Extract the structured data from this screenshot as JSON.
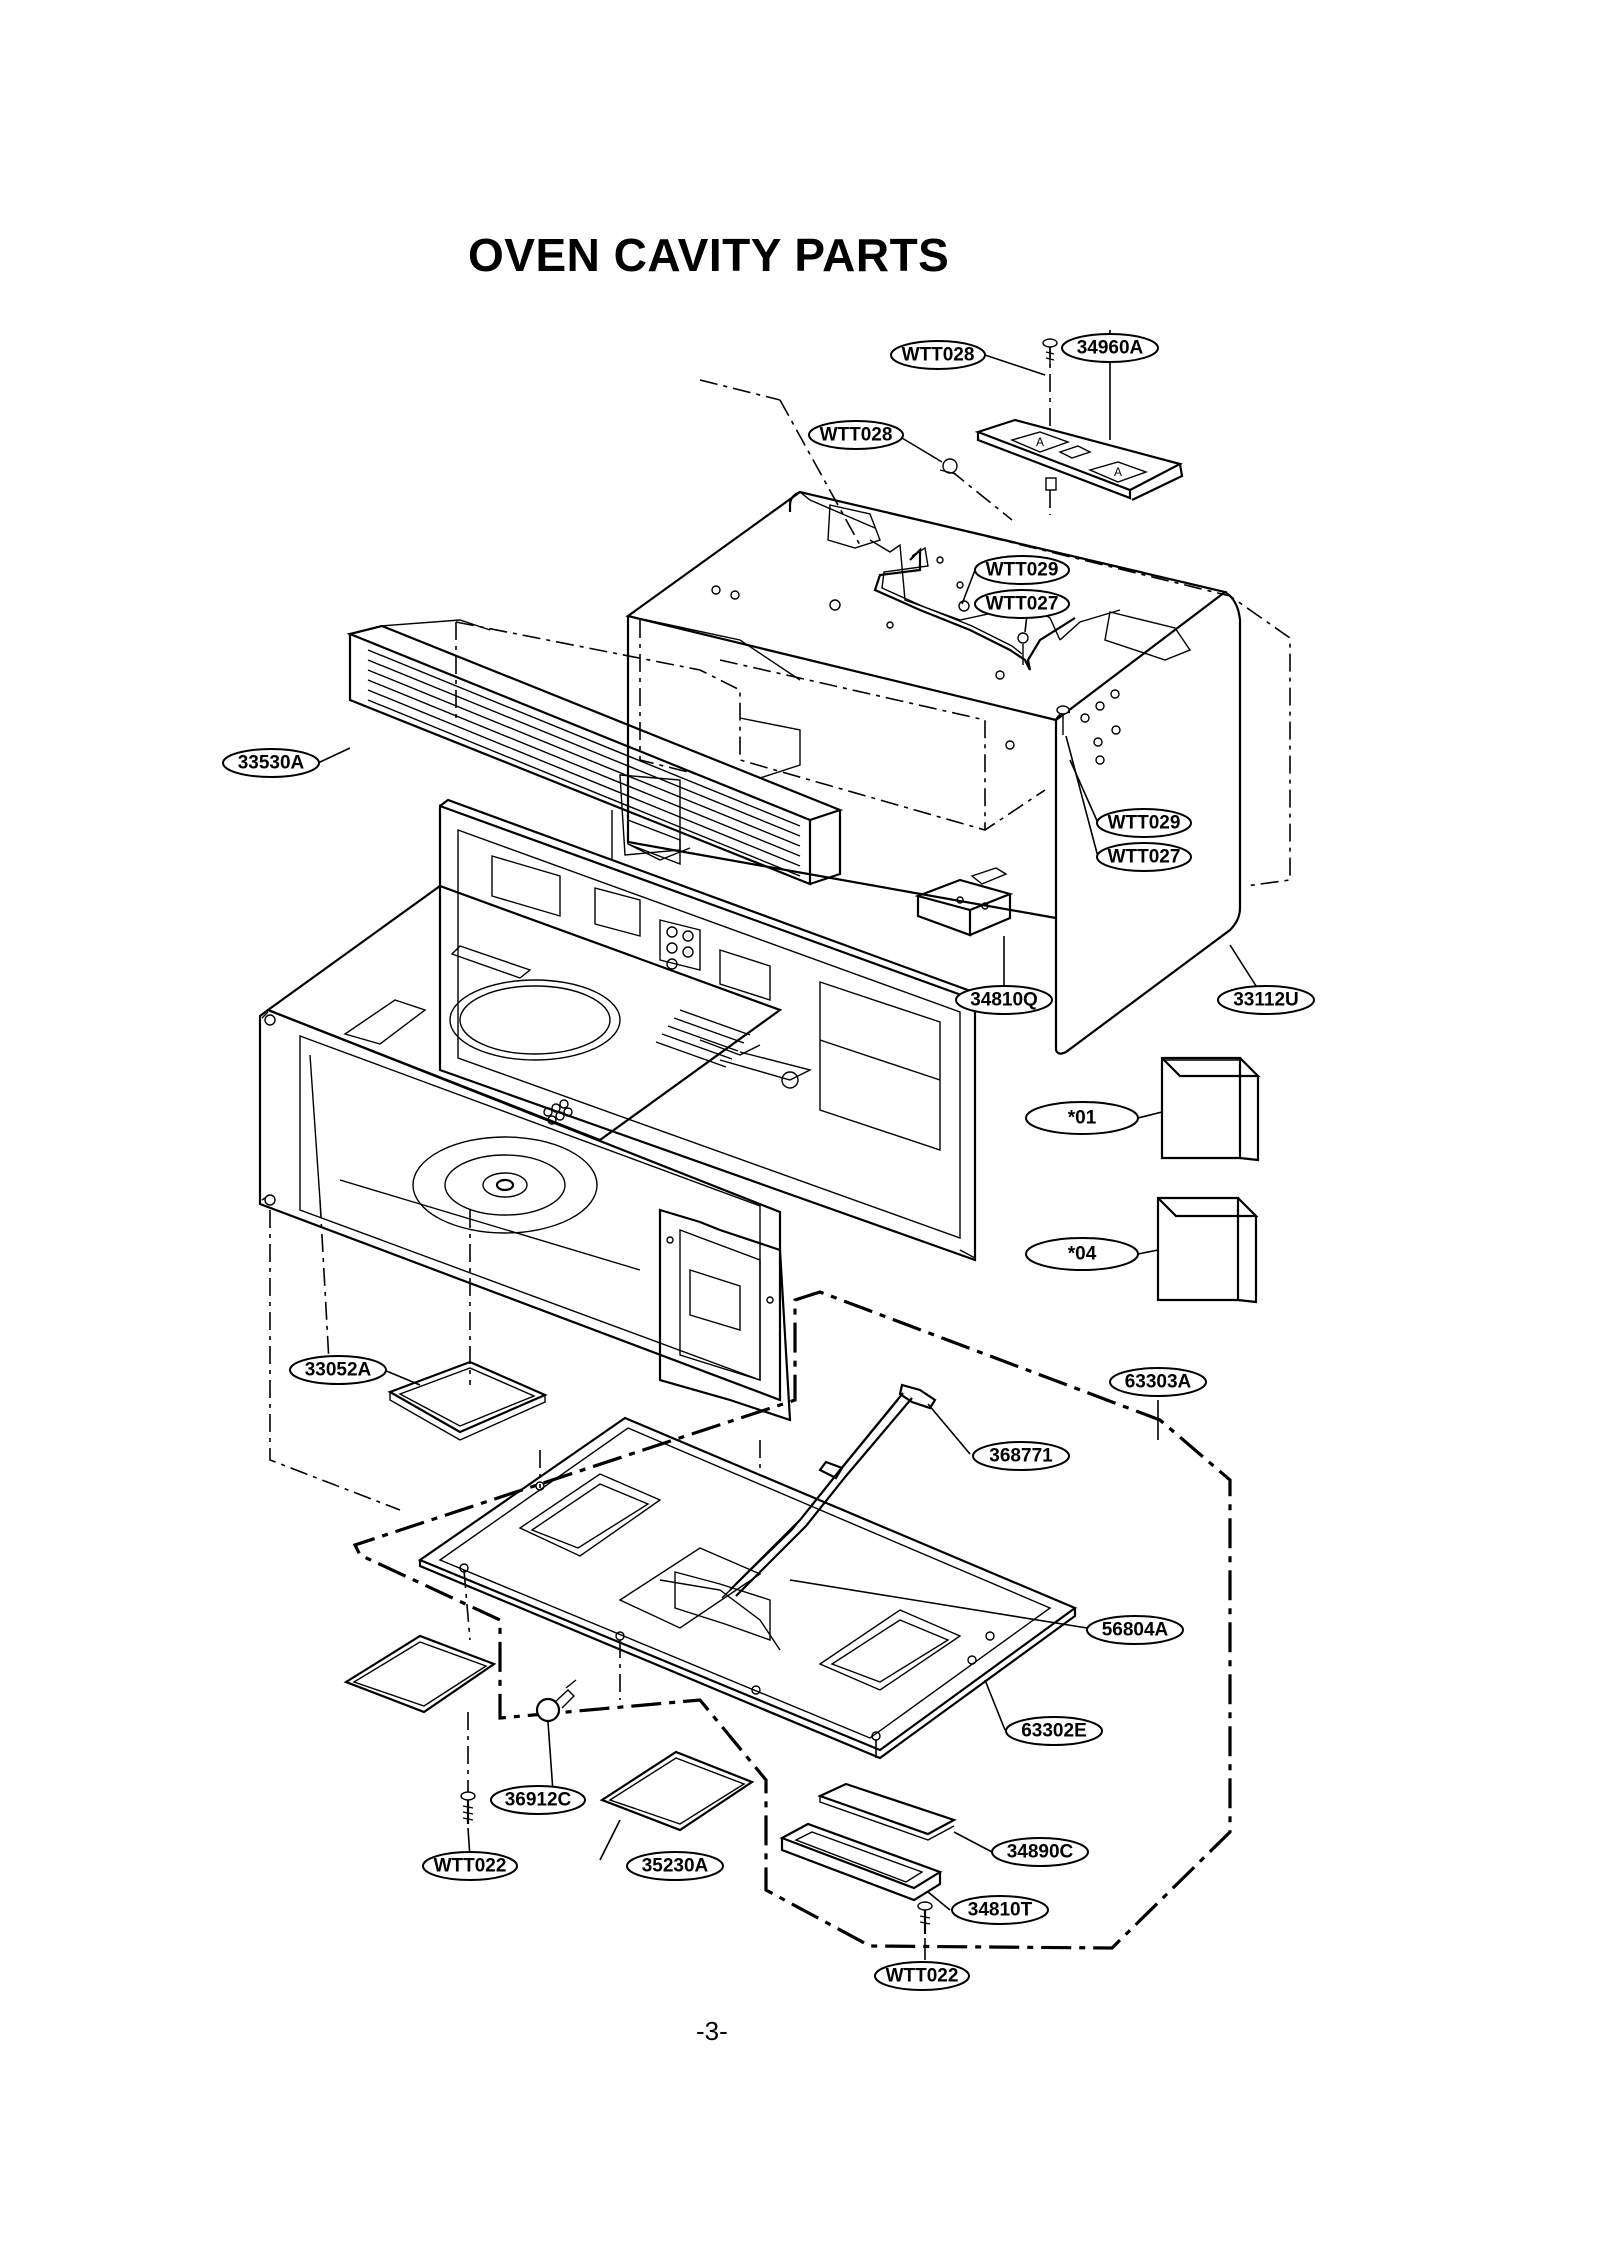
{
  "title": "OVEN CAVITY PARTS",
  "page_number": "-3-",
  "part_labels": [
    "WTT028",
    "34960A",
    "WTT028",
    "WTT029",
    "WTT027",
    "33530A",
    "WTT029",
    "WTT027",
    "34810Q",
    "33112U",
    "*01",
    "*04",
    "33052A",
    "63303A",
    "368771",
    "56804A",
    "63302E",
    "36912C",
    "34890C",
    "WTT022",
    "35230A",
    "34810T",
    "WTT022"
  ]
}
